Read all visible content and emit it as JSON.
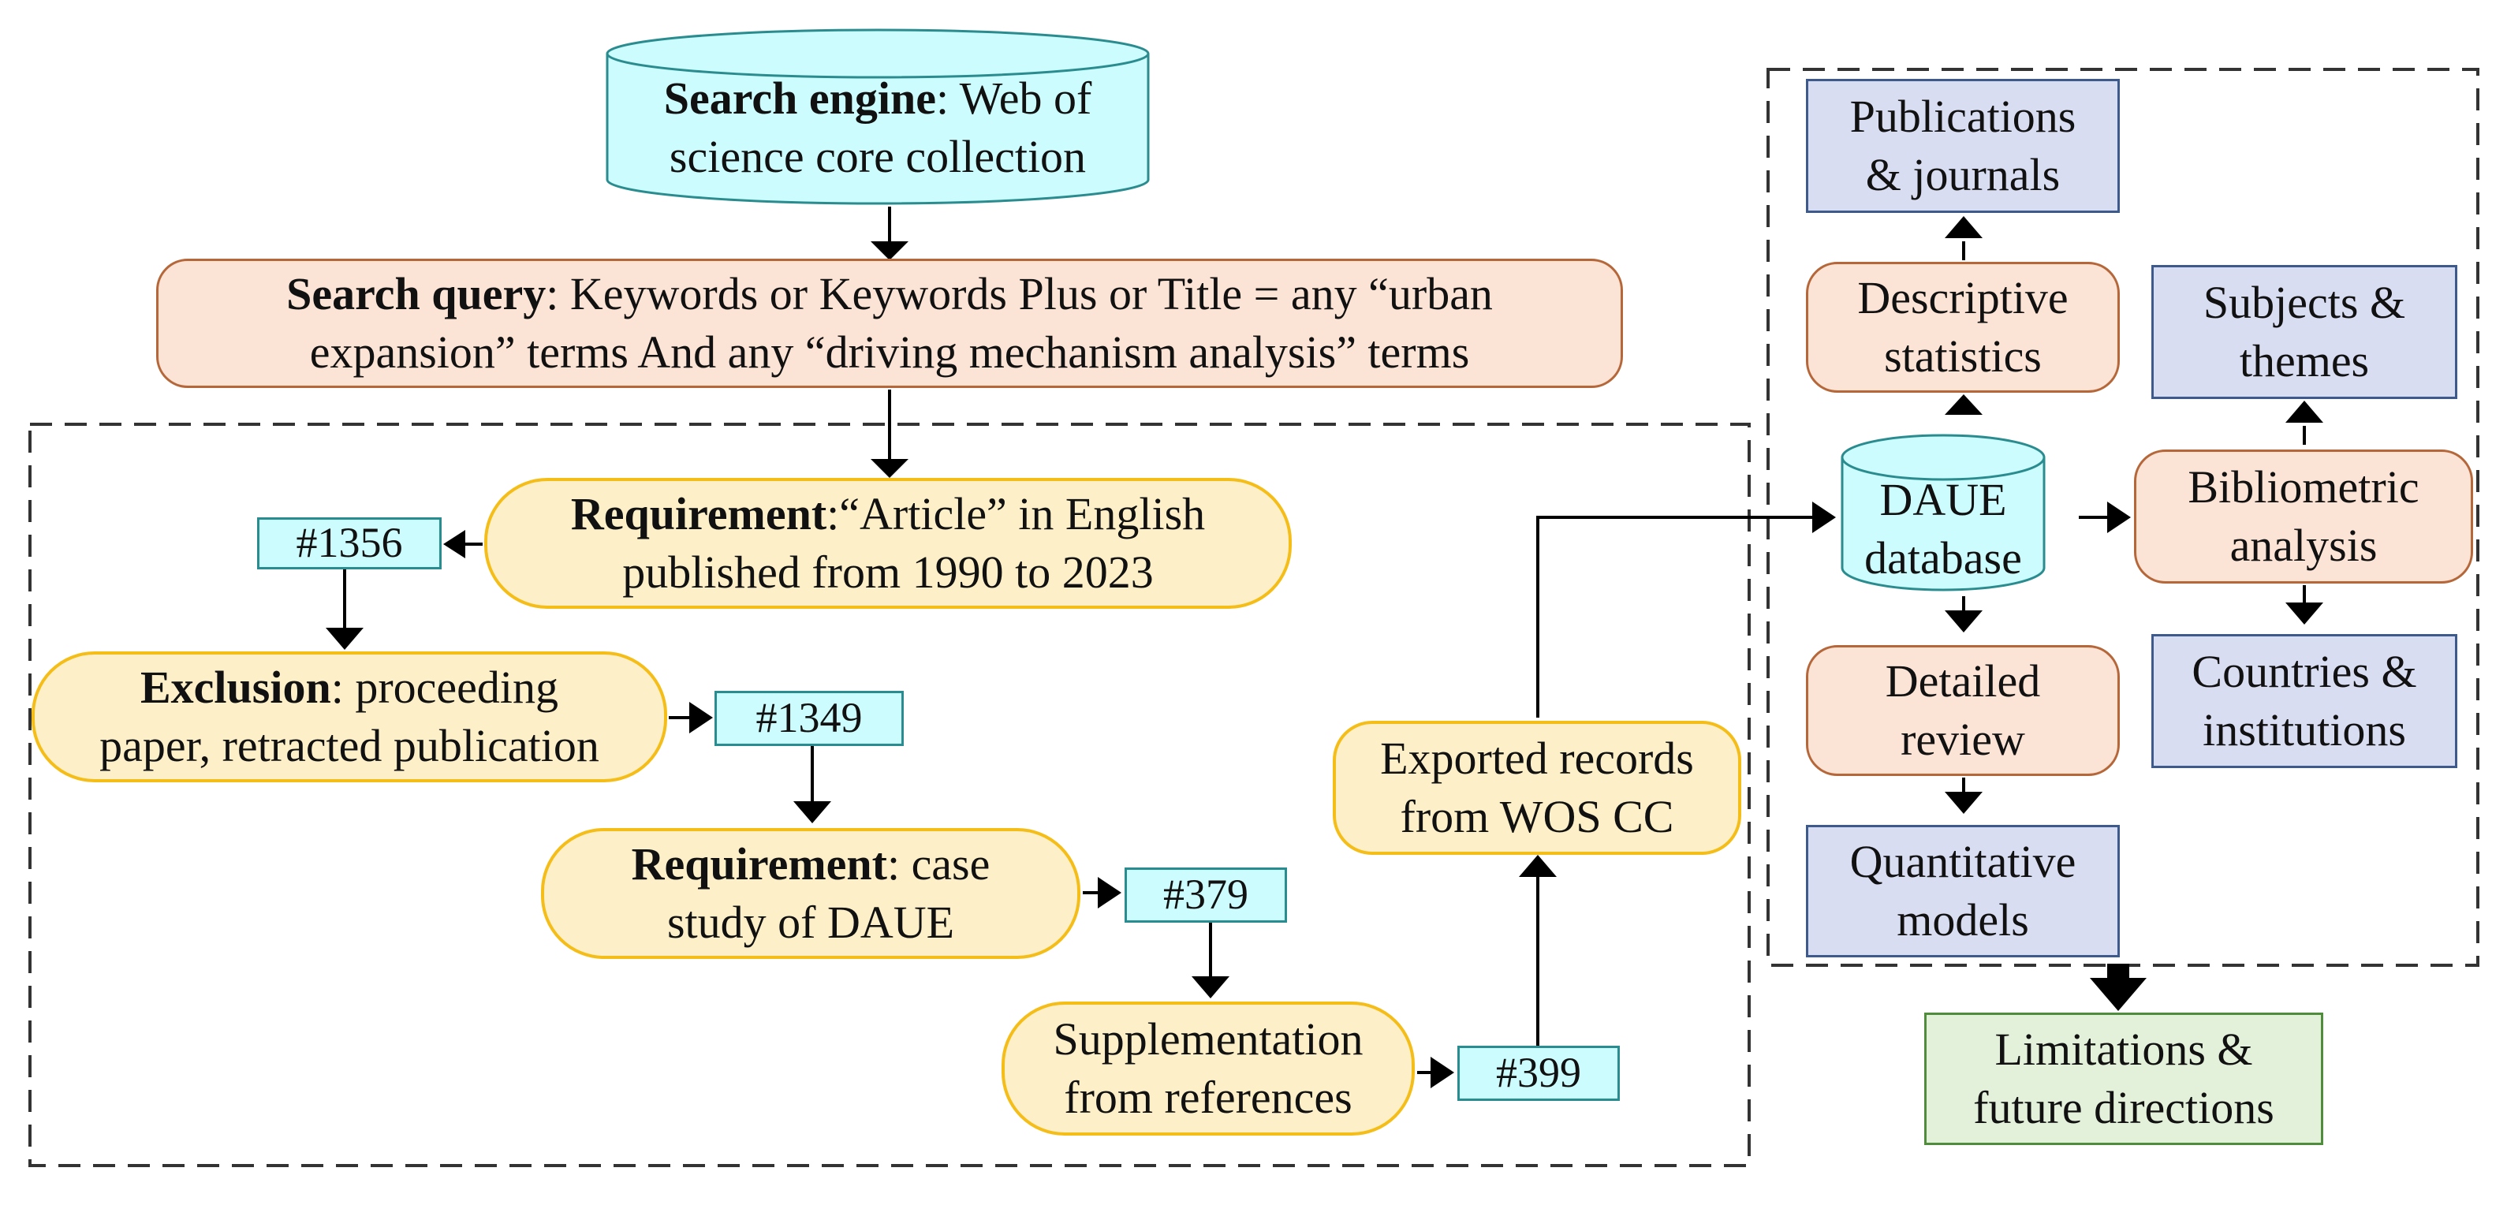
{
  "search_engine": {
    "label": "Search engine",
    "text": ": Web of",
    "line2": "science core collection"
  },
  "search_query": {
    "label": "Search query",
    "line1": ": Keywords or Keywords Plus or Title = any “urban",
    "line2": "expansion” terms And any “driving mechanism analysis”  terms"
  },
  "requirement_article": {
    "label": "Requirement",
    "line1": ":“Article” in English",
    "line2": "published from 1990 to 2023"
  },
  "count_1356": "#1356",
  "exclusion": {
    "label": "Exclusion",
    "line1": ":  proceeding",
    "line2": "paper, retracted publication"
  },
  "count_1349": "#1349",
  "requirement_case": {
    "label": "Requirement",
    "line1": ": case",
    "line2": "study of DAUE"
  },
  "count_379": "#379",
  "supplementation": {
    "line1": "Supplementation",
    "line2": "from references"
  },
  "count_399": "#399",
  "exported": {
    "line1": "Exported records",
    "line2": "from WOS CC"
  },
  "database": {
    "line1": "DAUE",
    "line2": "database"
  },
  "publications": {
    "line1": "Publications",
    "line2": "& journals"
  },
  "descriptive": {
    "line1": "Descriptive",
    "line2": "statistics"
  },
  "subjects": {
    "line1": "Subjects &",
    "line2": "themes"
  },
  "bibliometric": {
    "line1": "Bibliometric",
    "line2": "analysis"
  },
  "detailed": {
    "line1": "Detailed",
    "line2": "review"
  },
  "countries": {
    "line1": "Countries &",
    "line2": "institutions"
  },
  "quantitative": {
    "line1": "Quantitative",
    "line2": "models"
  },
  "limitations": {
    "line1": "Limitations &",
    "line2": "future directions"
  },
  "colors": {
    "cyan_fill": "#ccfcfd",
    "peach_fill": "#fbe3d5",
    "yellow_fill": "#fdf0c9",
    "blue_fill": "#d9ddf2",
    "green_fill": "#e3f0da",
    "arrow": "#000000"
  }
}
